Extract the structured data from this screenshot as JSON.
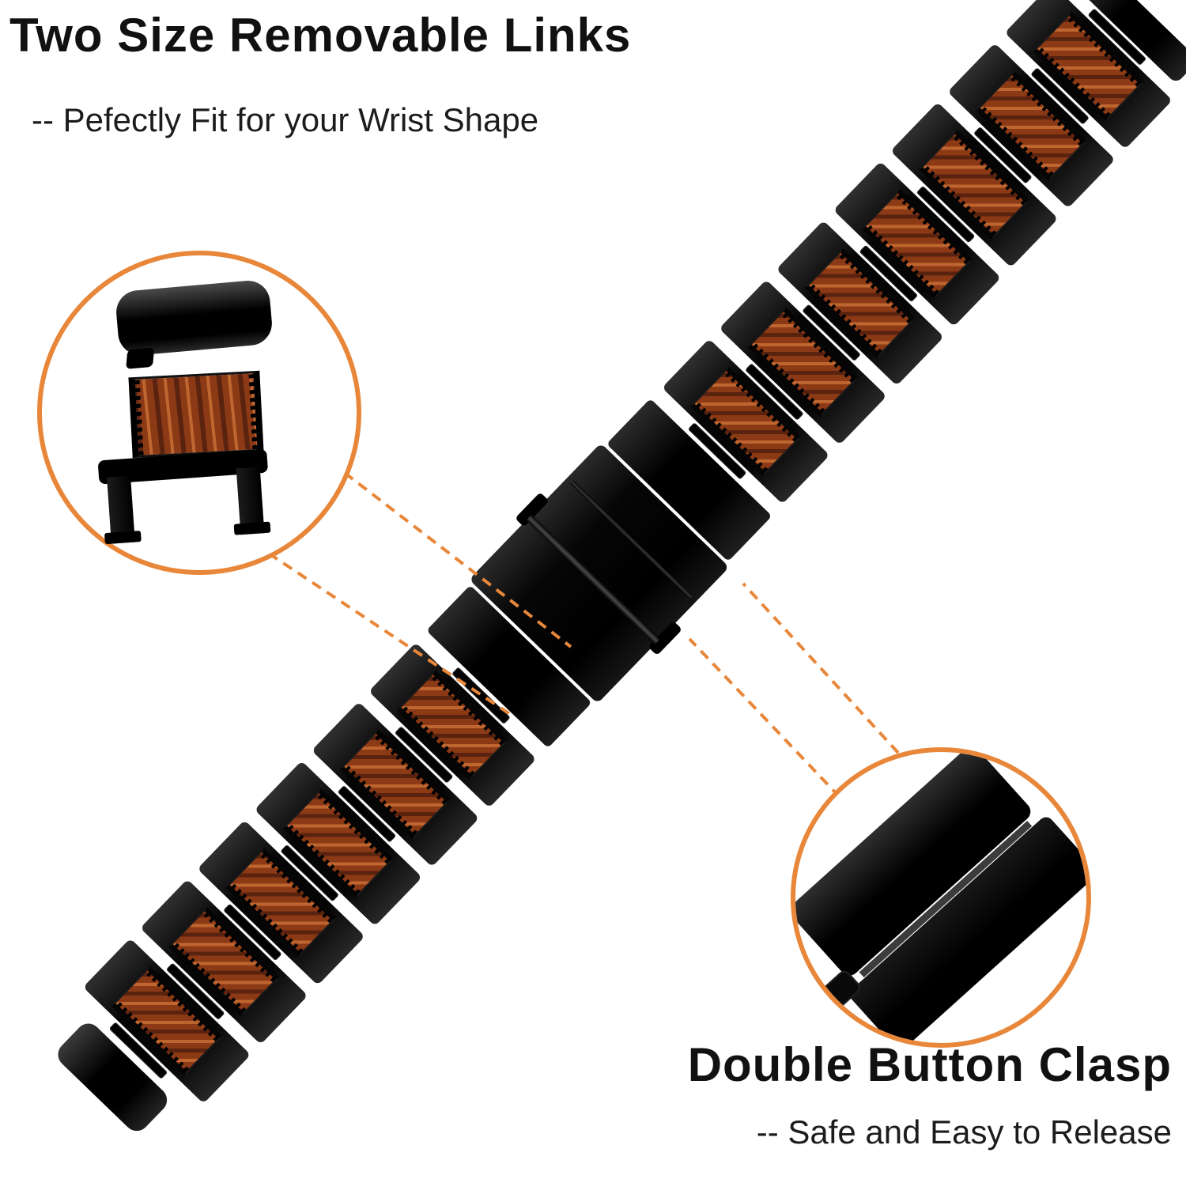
{
  "annotations": {
    "top": {
      "title": "Two Size Removable Links",
      "subtitle": "-- Pefectly Fit for your Wrist Shape"
    },
    "bottom": {
      "title": "Double Button Clasp",
      "subtitle": "-- Safe and Easy to Release"
    }
  },
  "colors": {
    "accent": "#e8873a",
    "metal_black": "#050505",
    "wood_base": "#8c3a16",
    "wood_light": "#bf6530",
    "wood_dark": "#5a2310",
    "background": "#ffffff"
  },
  "band": {
    "lower_wood_links": 6,
    "upper_wood_links": 7
  },
  "callouts": {
    "top_left": "removable-link-closeup",
    "bottom_right": "clasp-closeup"
  }
}
